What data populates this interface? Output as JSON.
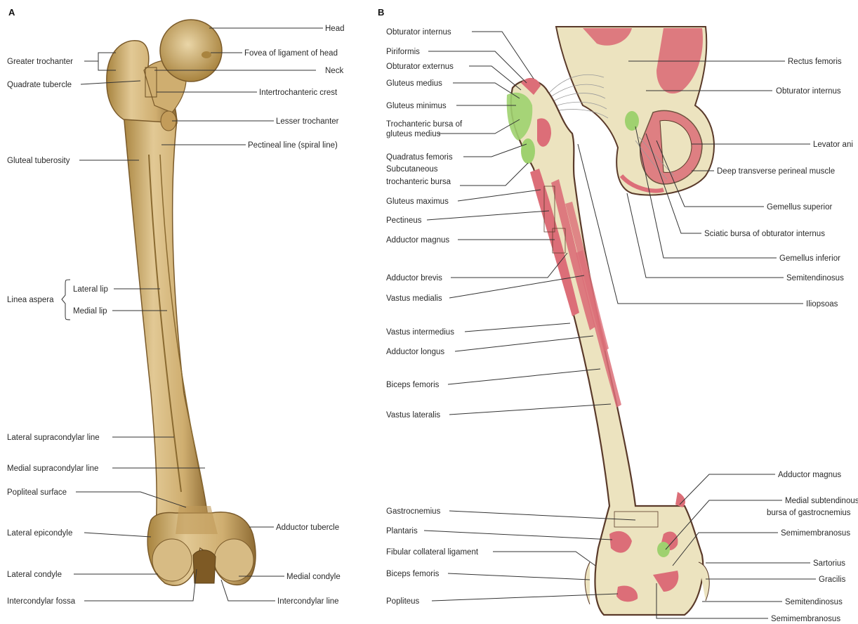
{
  "panel_a": {
    "letter": "A",
    "labels": {
      "head": "Head",
      "fovea": "Fovea of ligament of head",
      "neck": "Neck",
      "greater_trochanter": "Greater trochanter",
      "quadrate_tubercle": "Quadrate tubercle",
      "intertrochanteric_crest": "Intertrochanteric crest",
      "lesser_trochanter": "Lesser trochanter",
      "pectineal_line": "Pectineal line (spiral line)",
      "gluteal_tuberosity": "Gluteal tuberosity",
      "linea_aspera": "Linea aspera",
      "lateral_lip": "Lateral lip",
      "medial_lip": "Medial lip",
      "lateral_supracondylar": "Lateral supracondylar line",
      "medial_supracondylar": "Medial supracondylar line",
      "popliteal_surface": "Popliteal surface",
      "lateral_epicondyle": "Lateral epicondyle",
      "adductor_tubercle": "Adductor tubercle",
      "lateral_condyle": "Lateral condyle",
      "medial_condyle": "Medial condyle",
      "intercondylar_fossa": "Intercondylar fossa",
      "intercondylar_line": "Intercondylar line"
    }
  },
  "panel_b": {
    "letter": "B",
    "left_labels": {
      "obturator_internus": "Obturator internus",
      "piriformis": "Piriformis",
      "obturator_externus": "Obturator externus",
      "gluteus_medius": "Gluteus medius",
      "gluteus_minimus": "Gluteus minimus",
      "trochanteric_bursa_1": "Trochanteric bursa of",
      "trochanteric_bursa_2": "gluteus medius",
      "quadratus_femoris": "Quadratus femoris",
      "subcutaneous_1": "Subcutaneous",
      "subcutaneous_2": "trochanteric bursa",
      "gluteus_maximus": "Gluteus maximus",
      "pectineus": "Pectineus",
      "adductor_magnus": "Adductor magnus",
      "adductor_brevis": "Adductor brevis",
      "vastus_medialis": "Vastus medialis",
      "vastus_intermedius": "Vastus intermedius",
      "adductor_longus": "Adductor longus",
      "biceps_femoris": "Biceps femoris",
      "vastus_lateralis": "Vastus lateralis",
      "gastrocnemius": "Gastrocnemius",
      "plantaris": "Plantaris",
      "fibular_collateral": "Fibular collateral ligament",
      "biceps_femoris_2": "Biceps femoris",
      "popliteus": "Popliteus"
    },
    "right_labels": {
      "rectus_femoris": "Rectus femoris",
      "obturator_internus": "Obturator internus",
      "levator_ani": "Levator ani",
      "deep_transverse": "Deep transverse perineal muscle",
      "gemellus_superior": "Gemellus superior",
      "sciatic_bursa": "Sciatic bursa of obturator internus",
      "gemellus_inferior": "Gemellus inferior",
      "semitendinosus": "Semitendinosus",
      "iliopsoas": "Iliopsoas",
      "adductor_magnus": "Adductor magnus",
      "medial_subtendinous_1": "Medial subtendinous",
      "medial_subtendinous_2": "bursa of gastrocnemius",
      "semimembranosus": "Semimembranosus",
      "sartorius": "Sartorius",
      "gracilis": "Gracilis",
      "semitendinosus_2": "Semitendinosus",
      "semimembranosus_2": "Semimembranosus"
    }
  },
  "colors": {
    "bone_light": "#d9bd86",
    "bone_dark": "#9c7a3d",
    "diagram_bone": "#ece3bf",
    "muscle": "#dc6e78",
    "bursa": "#9fd16f",
    "outline": "#5a3a2a"
  }
}
